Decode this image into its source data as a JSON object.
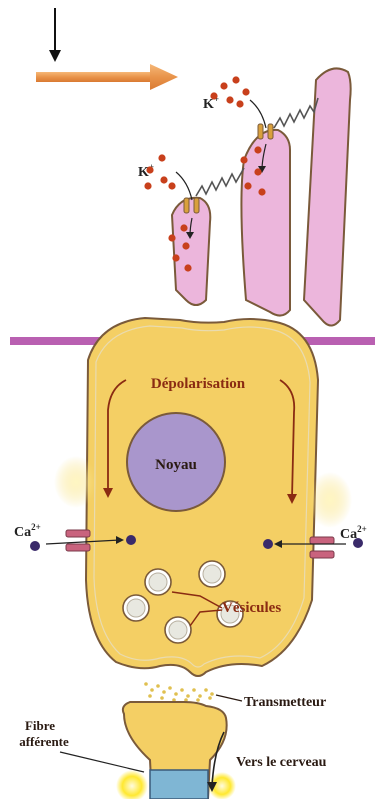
{
  "labels": {
    "k_ion_upper": "K",
    "k_ion_upper_sup": "+",
    "k_ion_lower": "K",
    "k_ion_lower_sup": "+",
    "depolarisation": "Dépolarisation",
    "noyau": "Noyau",
    "ca_left": "Ca",
    "ca_left_sup": "2+",
    "ca_right": "Ca",
    "ca_right_sup": "2+",
    "vesicules": "Vésicules",
    "transmetteur": "Transmetteur",
    "fibre_line1": "Fibre",
    "fibre_line2": "afférente",
    "vers_le_cerveau": "Vers le cerveau"
  },
  "colors": {
    "cell_fill": "#f4cf64",
    "cell_stroke": "#7a5a3a",
    "stereocilia_fill": "#ecb6dc",
    "nucleus_fill": "#a996cc",
    "membrane_band": "#b14fa8",
    "ion_red": "#c8401c",
    "channel_fill": "#d9a03c",
    "ca_channel": "#c9637e",
    "vesicle_fill": "#e8e8e0",
    "arrow_orange": "#e9944b",
    "label_brown": "#8a2b12",
    "afferent_fill": "#7fb6d4",
    "spark_yellow": "#ffe830"
  },
  "icons": {
    "down_arrow": "down-arrow-icon",
    "stimulus_arrow": "stimulus-arrow-icon"
  }
}
